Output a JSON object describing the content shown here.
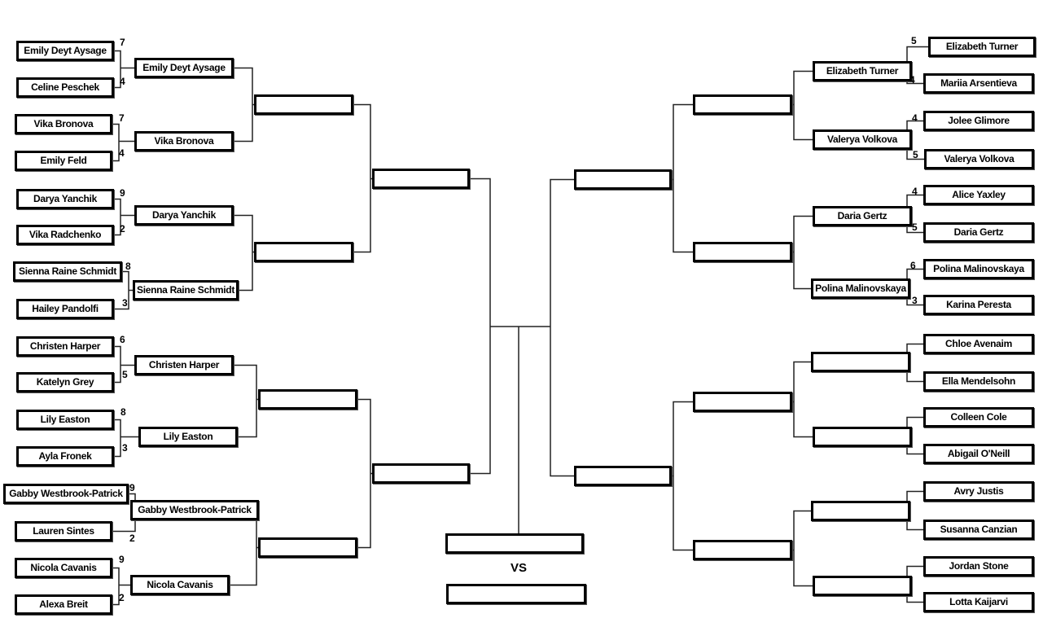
{
  "left": {
    "round1": [
      {
        "name": "Emily Deyt Aysage",
        "score": "7"
      },
      {
        "name": "Celine Peschek",
        "score": "4"
      },
      {
        "name": "Vika Bronova",
        "score": "7"
      },
      {
        "name": "Emily Feld",
        "score": "4"
      },
      {
        "name": "Darya Yanchik",
        "score": "9"
      },
      {
        "name": "Vika Radchenko",
        "score": "2"
      },
      {
        "name": "Sienna Raine Schmidt",
        "score": "8"
      },
      {
        "name": "Hailey Pandolfi",
        "score": "3"
      },
      {
        "name": "Christen Harper",
        "score": "6"
      },
      {
        "name": "Katelyn Grey",
        "score": "5"
      },
      {
        "name": "Lily Easton",
        "score": "8"
      },
      {
        "name": "Ayla Fronek",
        "score": "3"
      },
      {
        "name": "Gabby Westbrook-Patrick",
        "score": "9"
      },
      {
        "name": "Lauren Sintes",
        "score": "2"
      },
      {
        "name": "Nicola Cavanis",
        "score": "9"
      },
      {
        "name": "Alexa Breit",
        "score": "2"
      }
    ],
    "round2": [
      "Emily Deyt Aysage",
      "Vika Bronova",
      "Darya Yanchik",
      "Sienna Raine Schmidt",
      "Christen Harper",
      "Lily Easton",
      "Gabby Westbrook-Patrick",
      "Nicola Cavanis"
    ]
  },
  "right": {
    "round1": [
      {
        "name": "Elizabeth Turner",
        "score": "5"
      },
      {
        "name": "Mariia Arsentieva",
        "score": "4"
      },
      {
        "name": "Jolee Glimore",
        "score": "4"
      },
      {
        "name": "Valerya Volkova",
        "score": "5"
      },
      {
        "name": "Alice Yaxley",
        "score": "4"
      },
      {
        "name": "Daria Gertz",
        "score": "5"
      },
      {
        "name": "Polina Malinovskaya",
        "score": "6"
      },
      {
        "name": "Karina Peresta",
        "score": "3"
      },
      {
        "name": "Chloe Avenaim",
        "score": ""
      },
      {
        "name": "Ella Mendelsohn",
        "score": ""
      },
      {
        "name": "Colleen Cole",
        "score": ""
      },
      {
        "name": "Abigail O'Neill",
        "score": ""
      },
      {
        "name": "Avry Justis",
        "score": ""
      },
      {
        "name": "Susanna Canzian",
        "score": ""
      },
      {
        "name": "Jordan Stone",
        "score": ""
      },
      {
        "name": "Lotta Kaijarvi",
        "score": ""
      }
    ],
    "round2": [
      "Elizabeth Turner",
      "Valerya Volkova",
      "Daria Gertz",
      "Polina Malinovskaya"
    ]
  },
  "final": {
    "vs_label": "VS"
  }
}
